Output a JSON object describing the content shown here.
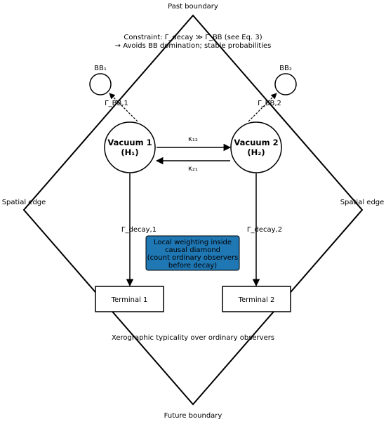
{
  "boundaries": {
    "past": "Past boundary",
    "future": "Future boundary",
    "spatial_left": "Spatial edge",
    "spatial_right": "Spatial edge"
  },
  "constraint": {
    "line1": "Constraint: Γ_decay ≫ Γ_BB  (see Eq. 3)",
    "line2": "→ Avoids BB domination; stable probabilities"
  },
  "bb1": {
    "label": "BB₁",
    "rate": "Γ_BB,1"
  },
  "bb2": {
    "label": "BB₂",
    "rate": "Γ_BB,2"
  },
  "vacuum1": {
    "name": "Vacuum 1",
    "sub": "(H₁)"
  },
  "vacuum2": {
    "name": "Vacuum 2",
    "sub": "(H₂)"
  },
  "transitions": {
    "k12": "κ₁₂",
    "k21": "κ₂₁"
  },
  "decays": {
    "d1": "Γ_decay,1",
    "d2": "Γ_decay,2"
  },
  "note": {
    "lines": [
      "Local weighting inside",
      "causal diamond",
      "(count ordinary observers",
      "before decay)"
    ],
    "fill": "#1f77b4"
  },
  "terminals": {
    "t1": "Terminal 1",
    "t2": "Terminal 2"
  },
  "typicality": "Xerographic typicality over ordinary observers"
}
